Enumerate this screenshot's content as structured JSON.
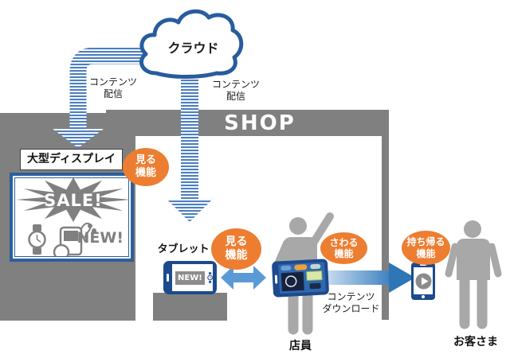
{
  "cloud": {
    "label": "クラウド"
  },
  "arrows": {
    "delivery_left": "コンテンツ\n配信",
    "delivery_right": "コンテンツ\n配信",
    "download": "コンテンツ\nダウンロード"
  },
  "shop": {
    "title": "SHOP"
  },
  "display": {
    "label": "大型ディスプレイ",
    "sale_text": "SALE!",
    "new_text": "NEW!"
  },
  "features": {
    "view_display": "見る\n機能",
    "view_tablet": "見る\n機能",
    "touch": "さわる\n機能",
    "take_home": "持ち帰る\n機能"
  },
  "tablet": {
    "label": "タブレット",
    "screen_text": "NEW!"
  },
  "people": {
    "clerk": "店員",
    "customer": "お客さま"
  },
  "colors": {
    "cloud_stroke": "#275c9e",
    "stripe_blue": "#4b7fc1",
    "wall_gray": "#808080",
    "feature_orange": "#ED7D31",
    "double_arrow_blue": "#5B9BD5",
    "download_blue": "#2e76b6",
    "device_navy": "#1c4a8c",
    "figure_gray": "#a8a8a8"
  }
}
